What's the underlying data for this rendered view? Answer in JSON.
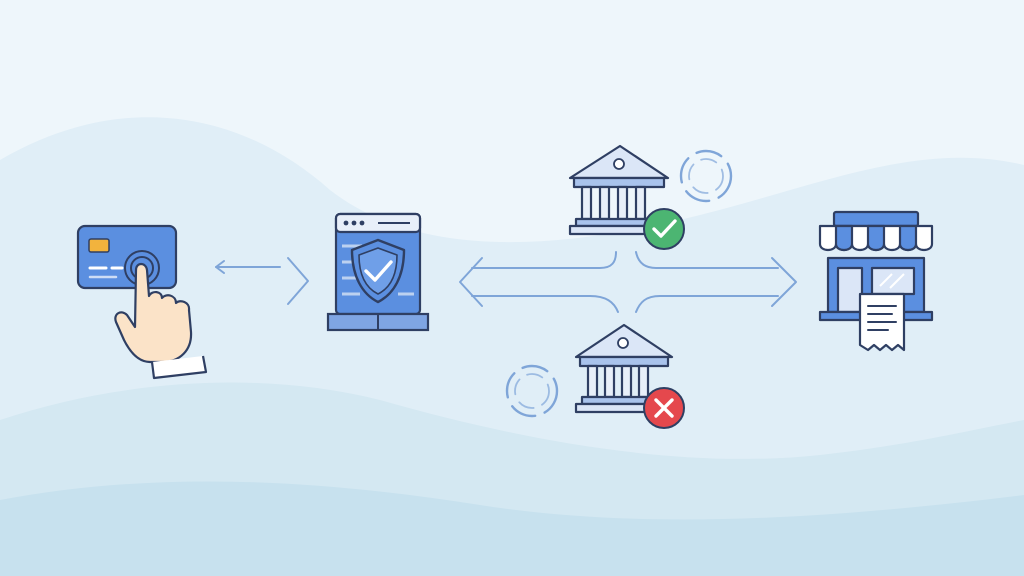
{
  "diagram": {
    "type": "payment-flow-illustration",
    "nodes": [
      {
        "id": "card",
        "icon": "credit-card-tap-icon"
      },
      {
        "id": "gateway",
        "icon": "secure-server-shield-icon"
      },
      {
        "id": "bank-approved",
        "icon": "bank-icon",
        "status": "approved",
        "status_icon": "check-icon"
      },
      {
        "id": "bank-declined",
        "icon": "bank-icon",
        "status": "declined",
        "status_icon": "x-icon"
      },
      {
        "id": "merchant",
        "icon": "storefront-receipt-icon"
      }
    ],
    "edges": [
      {
        "from": "card",
        "to": "gateway",
        "direction": "both"
      },
      {
        "from": "gateway",
        "to": "bank-approved",
        "direction": "both"
      },
      {
        "from": "gateway",
        "to": "bank-declined",
        "direction": "both"
      },
      {
        "from": "bank-approved",
        "to": "merchant",
        "direction": "forward"
      },
      {
        "from": "bank-declined",
        "to": "merchant",
        "direction": "forward"
      }
    ]
  },
  "colors": {
    "background": "#eef6fb",
    "wave_light": "#e0eef7",
    "wave_mid": "#d4e8f2",
    "wave_dark": "#c7e1ee",
    "accent_blue": "#5b8fe0",
    "outline": "#2f3f63",
    "arrow": "#7fa5d8",
    "success": "#4cb572",
    "error": "#e5484d",
    "card_chip": "#f2b33d",
    "skin": "#fbe3c8",
    "bank_fill": "#dbe6f7"
  }
}
